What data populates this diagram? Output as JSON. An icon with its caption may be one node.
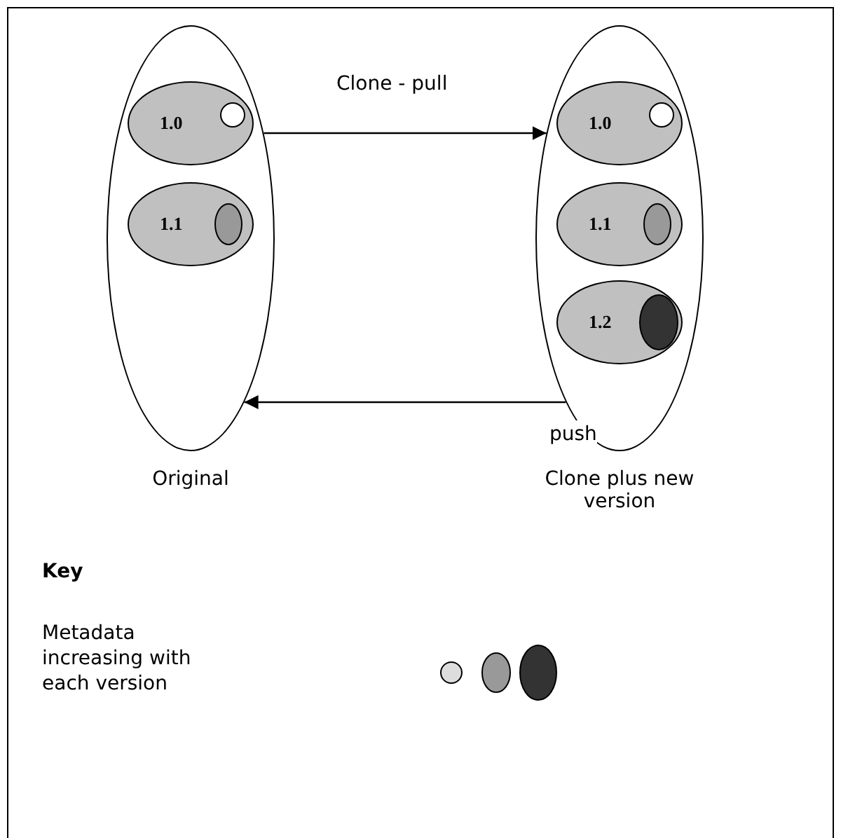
{
  "diagram": {
    "nodes": [
      {
        "text": [
          "Original"
        ]
      },
      {
        "text": [
          "1.0"
        ],
        "in": 0
      },
      {
        "text": [],
        "shape": "circle",
        "in": 1
      },
      {
        "text": [
          "1.1"
        ],
        "in": 0
      },
      {
        "text": [],
        "shape": "circle",
        "in": 3
      },
      {
        "text": [
          "Clone plus new version"
        ]
      },
      {
        "text": [
          "1.0"
        ],
        "in": 5
      },
      {
        "text": [],
        "shape": "circle",
        "in": 6
      },
      {
        "text": [
          "1.1"
        ],
        "in": 5
      },
      {
        "text": [],
        "shape": "circle",
        "in": 8
      },
      {
        "text": [
          "1.2"
        ],
        "in": 5
      },
      {
        "text": [],
        "shape": "circle",
        "in": 10
      }
    ],
    "edges": [
      {
        "from": 0,
        "to": 5,
        "arrow": "to",
        "label": "Clone - pull"
      },
      {
        "from": 5,
        "to": 0,
        "arrow": "to",
        "label": "push"
      }
    ],
    "labels": [
      "Key"
    ],
    "legend": [
      {
        "text": "Metadata increasing with each version"
      }
    ]
  }
}
